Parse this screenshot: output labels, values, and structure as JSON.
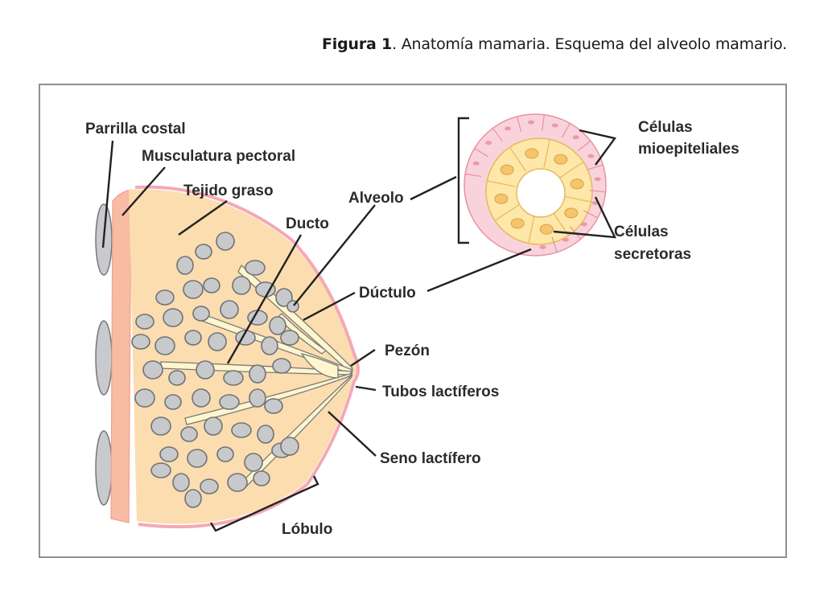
{
  "caption": {
    "prefix": "Figura 1",
    "text": ". Anatomía mamaria. Esquema del alveolo mamario."
  },
  "labels": {
    "parrilla_costal": "Parrilla costal",
    "musculatura_pectoral": "Musculatura pectoral",
    "tejido_graso": "Tejido graso",
    "ducto": "Ducto",
    "alveolo": "Alveolo",
    "ductulo": "Dúctulo",
    "pezon": "Pezón",
    "tubos_lactiferos": "Tubos lactíferos",
    "seno_lactifero": "Seno lactífero",
    "lobulo": "Lóbulo",
    "celulas_mioepiteliales_1": "Células",
    "celulas_mioepiteliales_2": "mioepiteliales",
    "celulas_secretoras_1": "Células",
    "celulas_secretoras_2": "secretoras"
  },
  "colors": {
    "fat": "#fbddb0",
    "skin": "#f4a9b4",
    "muscle": "#f7bca3",
    "ribs": "#c9cacd",
    "lobules": "#c8c9cb",
    "ducts": "#fff6cf",
    "myoepithelial": "#f9d3dc",
    "secretory": "#fde7a9",
    "border": "#8f8f8f"
  }
}
